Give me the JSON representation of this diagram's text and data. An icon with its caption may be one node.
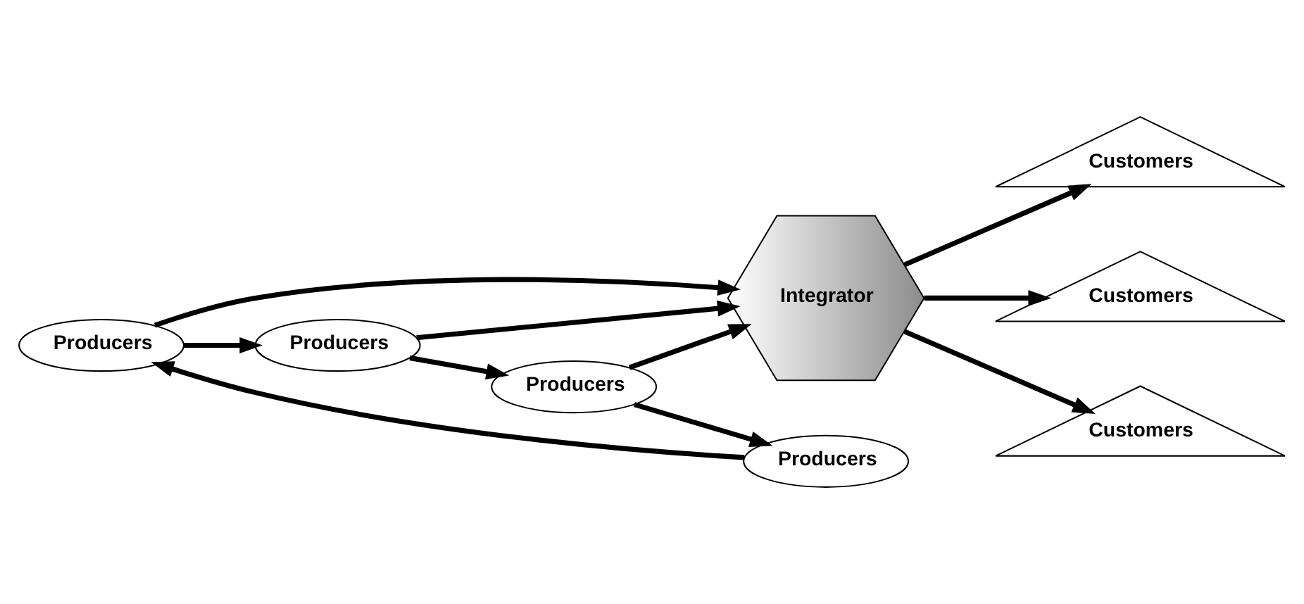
{
  "diagram": {
    "nodes": [
      {
        "text": [
          "Producers"
        ]
      },
      {
        "text": [
          "Producers"
        ]
      },
      {
        "text": [
          "Integrator"
        ]
      },
      {
        "text": [
          "Customers"
        ]
      },
      {
        "text": [
          "Customers"
        ]
      },
      {
        "text": [
          "Producers"
        ]
      },
      {
        "text": [
          "Customers"
        ]
      },
      {
        "text": [
          "Producers"
        ]
      }
    ],
    "edges": [
      {
        "from": 1,
        "to": 0,
        "arrow": "to"
      },
      {
        "from": 0,
        "to": 2,
        "arrow": "to"
      },
      {
        "from": 0,
        "to": 5,
        "arrow": "to"
      },
      {
        "from": 5,
        "to": 2,
        "arrow": "to"
      },
      {
        "from": 5,
        "to": 7,
        "arrow": "to"
      },
      {
        "from": 7,
        "to": 1,
        "arrow": "to"
      },
      {
        "from": 7,
        "to": 2,
        "arrow": "to"
      },
      {
        "from": 2,
        "to": 3,
        "arrow": "to"
      },
      {
        "from": 2,
        "to": 4,
        "arrow": "to"
      },
      {
        "from": 2,
        "to": 6,
        "arrow": "to"
      }
    ]
  }
}
